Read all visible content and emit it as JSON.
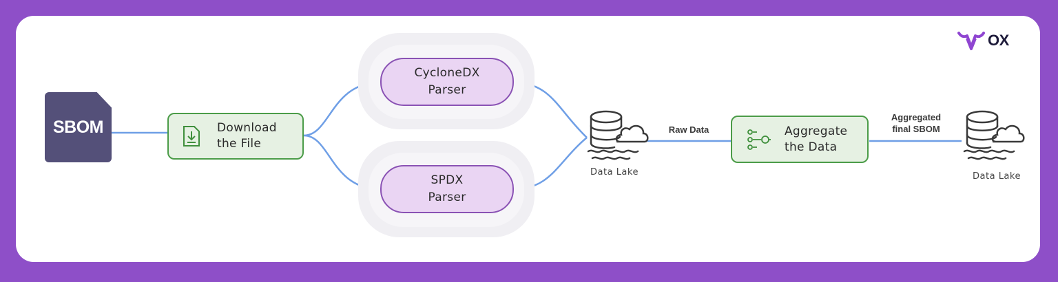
{
  "colors": {
    "frame": "#8e4fc8",
    "connector": "#6f9fe6",
    "sbom_fill": "#545079",
    "green_fill": "#e6f1e3",
    "green_border": "#4b9c48",
    "purple_fill": "#ead5f3",
    "purple_border": "#8a52b4",
    "logo": "#8f45d1"
  },
  "logo": {
    "text": "OX",
    "icon": "ox-head-icon"
  },
  "nodes": {
    "sbom": {
      "label": "SBOM",
      "icon": "file-icon"
    },
    "download": {
      "label": "Download\nthe File",
      "icon": "download-file-icon"
    },
    "cyclonedx": {
      "label": "CycloneDX\nParser"
    },
    "spdx": {
      "label": "SPDX\nParser"
    },
    "data_lake_1": {
      "label": "Data Lake",
      "icon": "database-cloud-icon"
    },
    "aggregate": {
      "label": "Aggregate\nthe Data",
      "icon": "flow-icon"
    },
    "data_lake_2": {
      "label": "Data Lake",
      "icon": "database-cloud-icon"
    }
  },
  "edges": {
    "raw_data": "Raw Data",
    "aggregated": "Aggregated\nfinal SBOM"
  }
}
